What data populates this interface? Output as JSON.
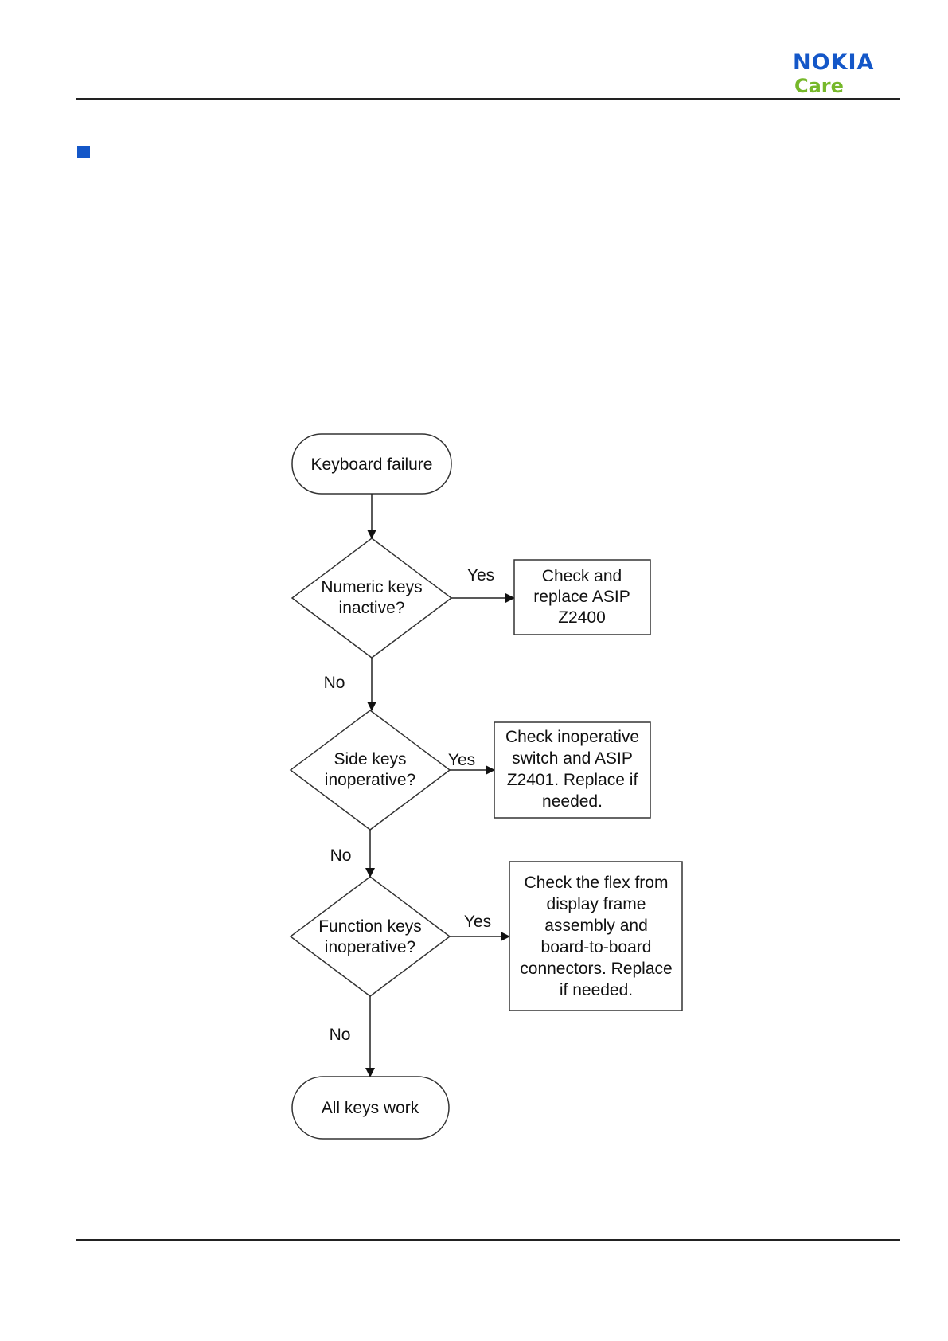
{
  "header": {
    "logo_brand": "NOKIA",
    "logo_sub": "Care",
    "brand_color": "#1457c8",
    "sub_color": "#76b82a"
  },
  "flowchart": {
    "start": "Keyboard failure",
    "decisions": [
      {
        "lines": [
          "Numeric keys",
          "inactive?"
        ]
      },
      {
        "lines": [
          "Side keys",
          "inoperative?"
        ]
      },
      {
        "lines": [
          "Function keys",
          "inoperative?"
        ]
      }
    ],
    "actions": [
      {
        "lines": [
          "Check and",
          "replace ASIP",
          "Z2400"
        ]
      },
      {
        "lines": [
          "Check inoperative",
          "switch and ASIP",
          "Z2401. Replace if",
          "needed."
        ]
      },
      {
        "lines": [
          "Check the flex from",
          "display frame",
          "assembly and",
          "board-to-board",
          "connectors. Replace",
          "if needed."
        ]
      }
    ],
    "end": "All keys work",
    "yes_label": "Yes",
    "no_label": "No"
  }
}
